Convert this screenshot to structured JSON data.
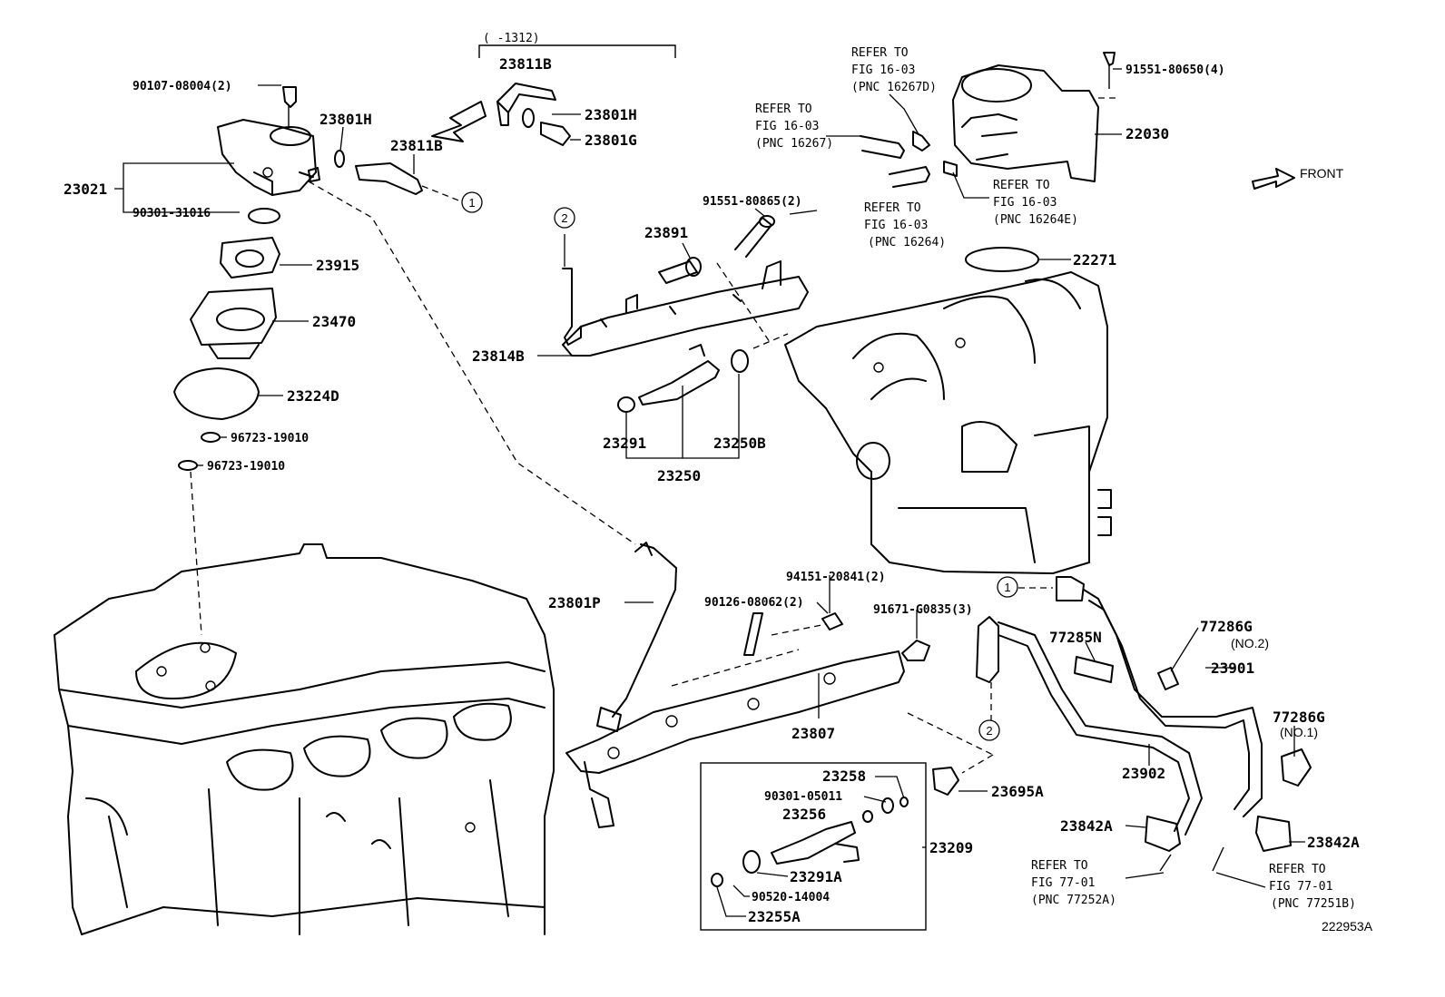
{
  "diagram": {
    "id": "222953A",
    "front_label": "FRONT",
    "date_range": "(      -1312)",
    "callouts": {
      "c1": "1",
      "c2": "2"
    },
    "parts": {
      "p90107_08004": "90107-08004(2)",
      "p23801H_a": "23801H",
      "p23811B_top": "23811B",
      "p23801H_b": "23801H",
      "p23801G": "23801G",
      "p23811B": "23811B",
      "p23021": "23021",
      "p90301_31016": "90301-31016",
      "p23915": "23915",
      "p23470": "23470",
      "p23224D": "23224D",
      "p96723_19010_a": "96723-19010",
      "p96723_19010_b": "96723-19010",
      "p91551_80865": "91551-80865(2)",
      "p23891": "23891",
      "p23814B": "23814B",
      "p23291": "23291",
      "p23250B": "23250B",
      "p23250": "23250",
      "p91551_80650": "91551-80650(4)",
      "p22030": "22030",
      "p22271": "22271",
      "p94151_20841": "94151-20841(2)",
      "p90126_08062": "90126-08062(2)",
      "p91671_G0835": "91671-G0835(3)",
      "p23801P": "23801P",
      "p23807": "23807",
      "p77285N": "77285N",
      "p77286G_a": "77286G",
      "p77286G_a_sub": "(NO.2)",
      "p77286G_b": "77286G",
      "p77286G_b_sub": "(NO.1)",
      "p23901": "23901",
      "p23902": "23902",
      "p23695A": "23695A",
      "p23842A_a": "23842A",
      "p23842A_b": "23842A",
      "p23258": "23258",
      "p90301_05011": "90301-05011",
      "p23256": "23256",
      "p23209": "23209",
      "p23291A": "23291A",
      "p90520_14004": "90520-14004",
      "p23255A": "23255A"
    },
    "refs": {
      "r16267D": [
        "REFER TO",
        "FIG 16-03",
        "(PNC 16267D)"
      ],
      "r16267": [
        "REFER TO",
        "FIG 16-03",
        "(PNC 16267)"
      ],
      "r16264": [
        "REFER TO",
        "FIG 16-03",
        "(PNC 16264)"
      ],
      "r16264E": [
        "REFER TO",
        "FIG 16-03",
        "(PNC 16264E)"
      ],
      "r77252A": [
        "REFER TO",
        "FIG 77-01",
        "(PNC 77252A)"
      ],
      "r77251B": [
        "REFER TO",
        "FIG 77-01",
        "(PNC 77251B)"
      ]
    }
  }
}
